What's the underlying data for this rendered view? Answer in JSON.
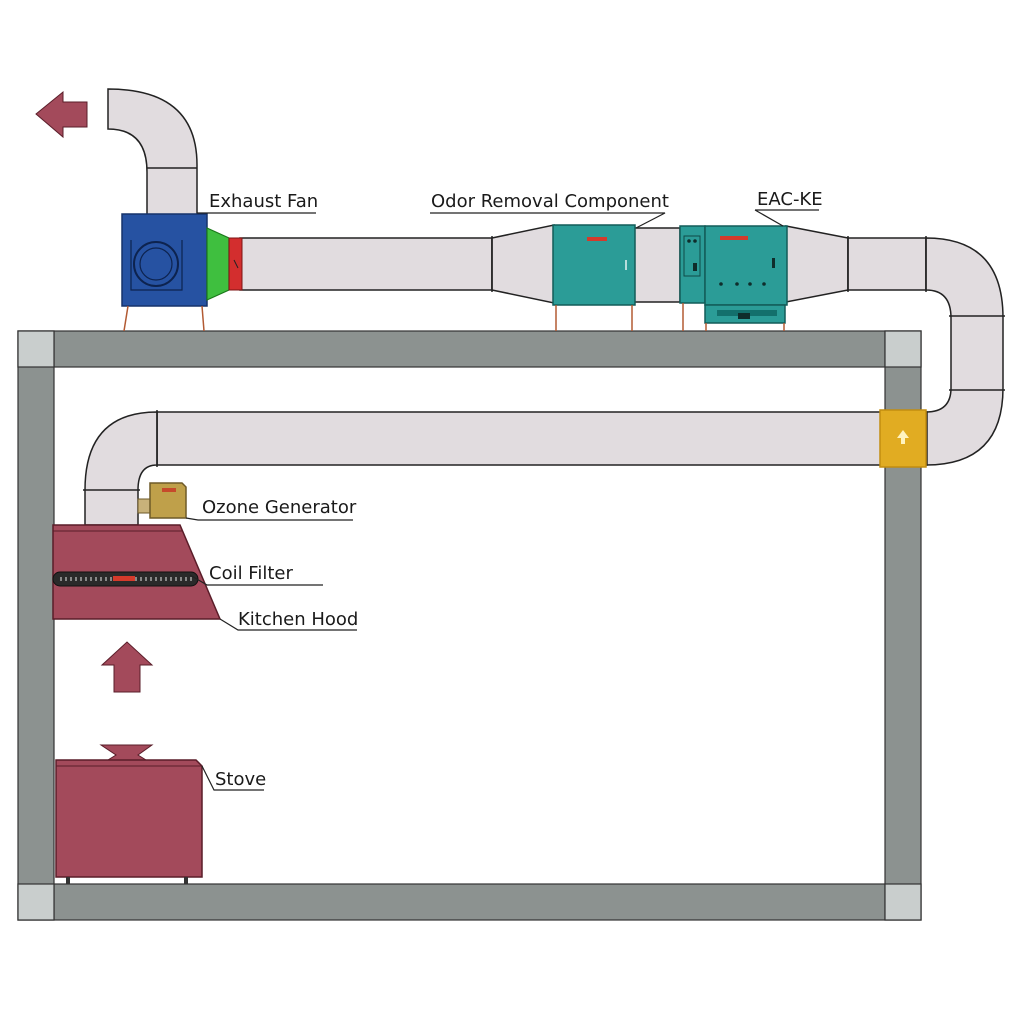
{
  "labels": {
    "exhaust_fan": "Exhaust Fan",
    "odor_removal": "Odor Removal Component",
    "eac_ke": "EAC-KE",
    "ozone_generator": "Ozone Generator",
    "coil_filter": "Coil Filter",
    "kitchen_hood": "Kitchen Hood",
    "stove": "Stove"
  },
  "colors": {
    "duct": "#e1dcdf",
    "wall": "#8c9290",
    "wall_corner": "#c9cecd",
    "maroon": "#a34a5b",
    "fan_blue": "#2652a2",
    "teal": "#2b9c97",
    "yellow": "#e1ac22",
    "green": "#3fbf3f",
    "red": "#d32e2e"
  }
}
